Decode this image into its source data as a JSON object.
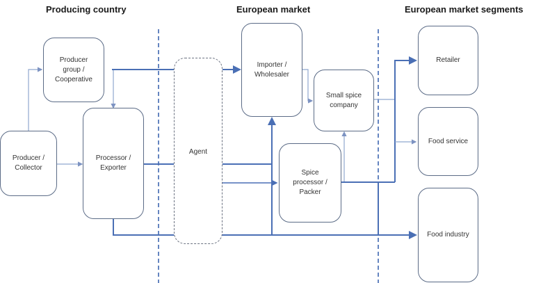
{
  "sections": {
    "producing_country": "Producing country",
    "european_market": "European market",
    "european_market_segments": "European market segments"
  },
  "nodes": {
    "producer_collector": "Producer / Collector",
    "producer_group": "Producer group / Cooperative",
    "processor_exporter": "Processor / Exporter",
    "agent": "Agent",
    "importer_wholesaler": "Importer / Wholesaler",
    "small_spice_company": "Small spice company",
    "spice_processor_packer": "Spice processor / Packer",
    "retailer": "Retailer",
    "food_service": "Food service",
    "food_industry": "Food industry"
  },
  "colors": {
    "main_flow": "#4a6fb5",
    "minor_flow": "#8fa6cf",
    "box_border": "#5b6b86",
    "divider": "#3f67b0"
  }
}
